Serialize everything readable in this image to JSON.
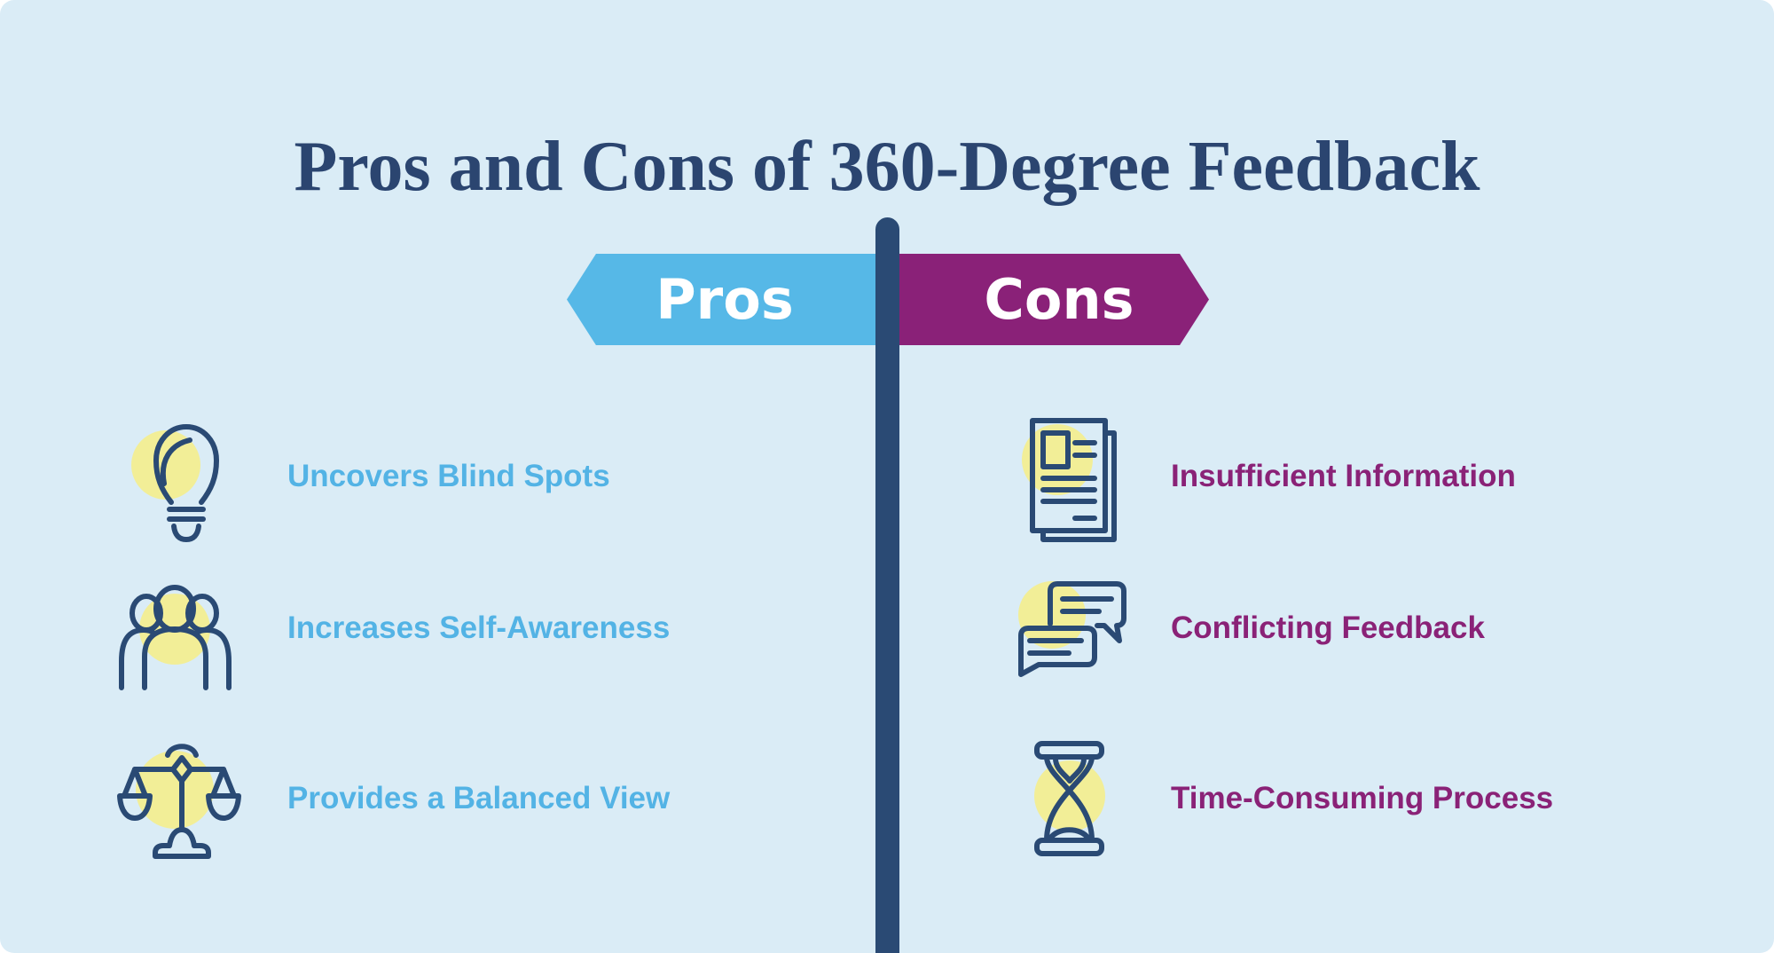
{
  "title": "Pros and Cons of 360-Degree Feedback",
  "signpost": {
    "left_label": "Pros",
    "right_label": "Cons"
  },
  "pros": {
    "items": [
      {
        "label": "Uncovers Blind Spots",
        "icon": "lightbulb-icon"
      },
      {
        "label": "Increases Self-Awareness",
        "icon": "people-group-icon"
      },
      {
        "label": "Provides a Balanced View",
        "icon": "balance-scale-icon"
      }
    ]
  },
  "cons": {
    "items": [
      {
        "label": "Insufficient Information",
        "icon": "report-document-icon"
      },
      {
        "label": "Conflicting Feedback",
        "icon": "speech-bubbles-icon"
      },
      {
        "label": "Time-Consuming Process",
        "icon": "hourglass-icon"
      }
    ]
  },
  "colors": {
    "background": "#daecf6",
    "title": "#2b4570",
    "pole": "#2a4a74",
    "pros_accent": "#56b8e7",
    "cons_accent": "#8a2178",
    "pros_text": "#53b3e5",
    "cons_text": "#8a2277",
    "icon_stroke": "#2a4a74",
    "halo": "#f2ee97",
    "sign_text": "#ffffff"
  }
}
